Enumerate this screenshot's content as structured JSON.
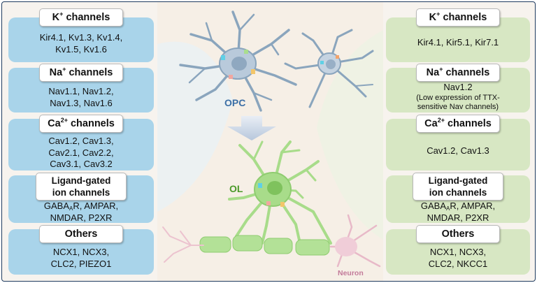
{
  "labels": {
    "opc": "OPC",
    "ol": "OL",
    "neuron": "Neuron"
  },
  "colors": {
    "left_panel": "#a9d4ea",
    "right_panel": "#d7e7c3",
    "opc_cell": "#9fb7cc",
    "ol_cell": "#a8dc8a",
    "neuron": "#e8b9c8",
    "opc_label": "#3c6fa6",
    "ol_label": "#4c9a2a",
    "neuron_label": "#c37b9a"
  },
  "left": {
    "k": {
      "title_pre": "K",
      "title_sup": "+",
      "title_post": " channels",
      "lines": [
        "Kir4.1, Kv1.3, Kv1.4,",
        "Kv1.5, Kv1.6"
      ]
    },
    "na": {
      "title_pre": "Na",
      "title_sup": "+",
      "title_post": " channels",
      "lines": [
        "Nav1.1, Nav1.2,",
        "Nav1.3, Nav1.6"
      ]
    },
    "ca": {
      "title_pre": "Ca",
      "title_sup": "2+",
      "title_post": " channels",
      "lines": [
        "Cav1.2, Cav1.3,",
        "Cav2.1, Cav2.2,",
        "Cav3.1, Cav3.2"
      ]
    },
    "lig": {
      "title_l1": "Ligand-gated",
      "title_l2": "ion channels",
      "gaba_pre": "GABA",
      "gaba_sub": "A",
      "gaba_post": "R, AMPAR,",
      "line2": "NMDAR, P2XR"
    },
    "oth": {
      "title": "Others",
      "lines": [
        "NCX1, NCX3,",
        "CLC2, PIEZO1"
      ]
    }
  },
  "right": {
    "k": {
      "title_pre": "K",
      "title_sup": "+",
      "title_post": " channels",
      "lines": [
        "Kir4.1, Kir5.1, Kir7.1"
      ]
    },
    "na": {
      "title_pre": "Na",
      "title_sup": "+",
      "title_post": " channels",
      "line1": "Nav1.2",
      "notes": [
        "(Low expression of TTX-",
        "sensitive Nav channels)"
      ]
    },
    "ca": {
      "title_pre": "Ca",
      "title_sup": "2+",
      "title_post": " channels",
      "lines": [
        "Cav1.2, Cav1.3"
      ]
    },
    "lig": {
      "title_l1": "Ligand-gated",
      "title_l2": "ion channels",
      "gaba_pre": "GABA",
      "gaba_sub": "A",
      "gaba_post": "R, AMPAR,",
      "line2": "NMDAR, P2XR"
    },
    "oth": {
      "title": "Others",
      "lines": [
        "NCX1, NCX3,",
        "CLC2, NKCC1"
      ]
    }
  }
}
